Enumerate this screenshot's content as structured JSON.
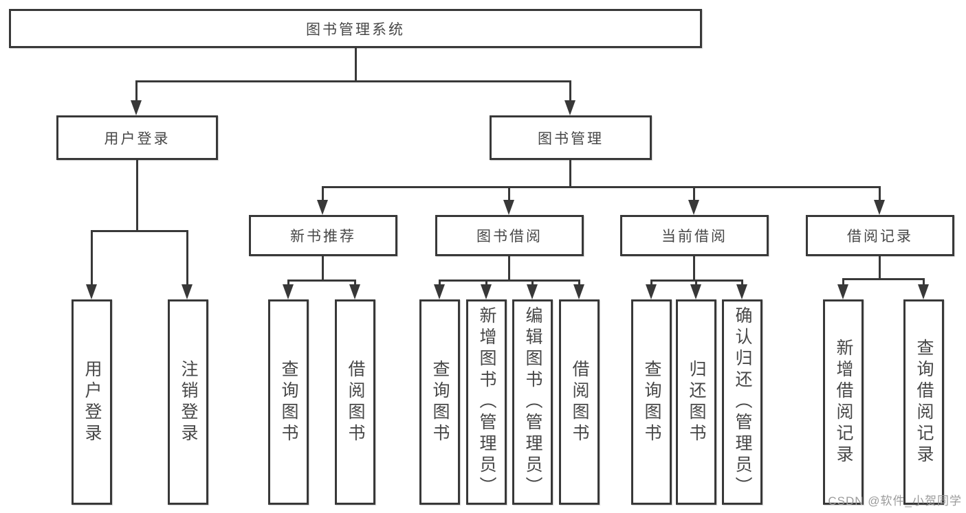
{
  "diagram": {
    "root_label": "图书管理系统",
    "level2": {
      "user_login": "用户登录",
      "book_mgmt": "图书管理"
    },
    "level3": {
      "new_books": "新书推荐",
      "book_borrow": "图书借阅",
      "current_borrow": "当前借阅",
      "borrow_records": "借阅记录"
    },
    "leaves": {
      "user_login": [
        "用户登录",
        "注销登录"
      ],
      "new_books": [
        "查询图书",
        "借阅图书"
      ],
      "book_borrow": [
        "查询图书",
        "新增图书（管理员）",
        "编辑图书（管理员）",
        "借阅图书"
      ],
      "current_borrow": [
        "查询图书",
        "归还图书",
        "确认归还（管理员）"
      ],
      "borrow_records": [
        "新增借阅记录",
        "查询借阅记录"
      ]
    }
  },
  "watermark": "CSDN @软件_小贺同学",
  "colors": {
    "line": "#383838",
    "text": "#474747",
    "watermark": "#9b9b9b"
  }
}
